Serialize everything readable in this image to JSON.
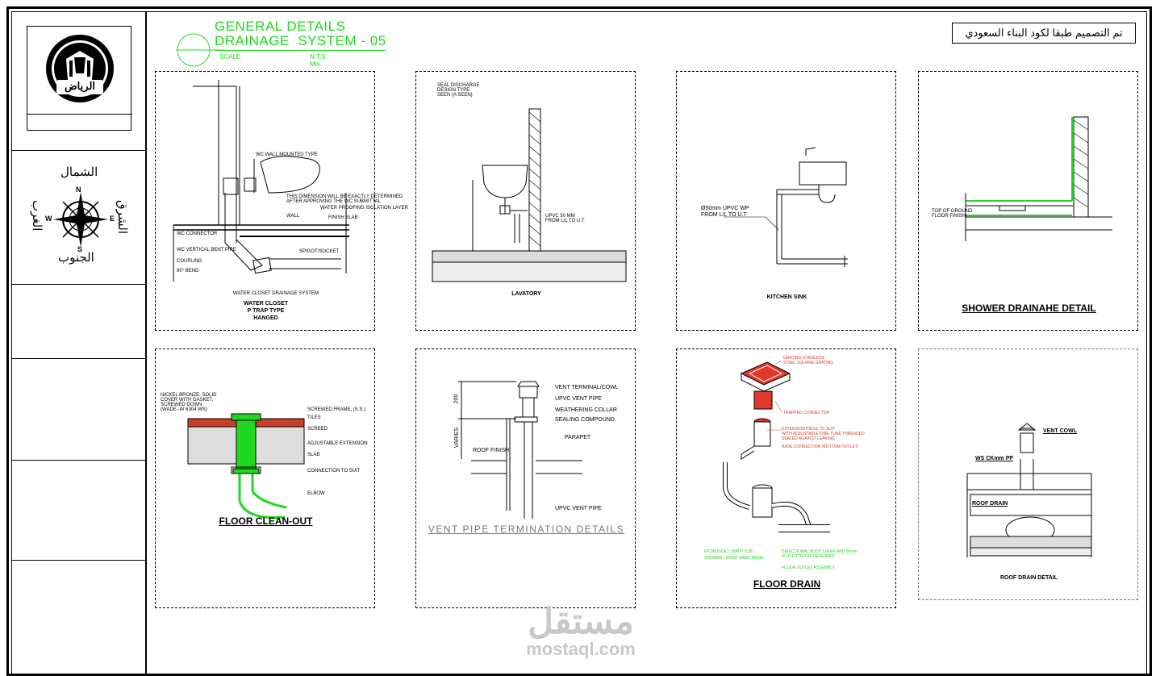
{
  "sheet": {
    "title_line1": "GENERAL DETAILS",
    "title_line2": "DRAINAGE  SYSTEM - 05",
    "scale_label": "SCALE",
    "scale_value": "N.T.S  Mts.",
    "building_code_note": "تم التصميم طبقا لكود البناء السعودي"
  },
  "sidebar": {
    "logo_text": "الرياض",
    "compass": {
      "north": "الشمال",
      "south": "الجنوب",
      "east": "الشرق",
      "west": "الغرب",
      "n": "N",
      "s": "S",
      "e": "E",
      "w": "W"
    }
  },
  "panels": {
    "water_closet": {
      "caption_small": "WATER CLOSET DRAINAGE SYSTEM",
      "caption_line1": "WATER CLOSET",
      "caption_line2": "P TRAP TYPE",
      "caption_line3": "HANGED",
      "labels": [
        "WC WALL MOUNTED TYPE",
        "THIS DIMENSION WILL BE EXACTLY DETERMINED",
        "AFTER APPROVING THE WC SUBMITTAL",
        "WALL",
        "WATER PROOFING ISOLATION LAYER",
        "FINISH SLAB",
        "WC CONNECTOR",
        "WC VERTICAL BENT PIPE",
        "COUPLING",
        "90° BEND",
        "SPIGOT/SOCKET"
      ]
    },
    "lavatory": {
      "caption": "LAVATORY",
      "labels": [
        "SEAL DISCHARGE",
        "DESIGN TYPE",
        "SEEN (A SEEN)",
        "UPVC 50 MM",
        "FROM L/L TO U.T"
      ]
    },
    "kitchen_sink": {
      "caption": "KITCHEN SINK",
      "labels": [
        "Ø50mm UPVC WP",
        "FROM L/L TO U.T"
      ]
    },
    "shower": {
      "caption": "SHOWER DRAINAHE DETAIL",
      "labels": [
        "TOP OF GROUND",
        "FLOOR FINISH"
      ]
    },
    "floor_cleanout": {
      "caption": "FLOOR CLEAN-OUT",
      "labels": [
        "NICKEL BRONZE, SOLID",
        "COVER WITH GASKET,",
        "SCREWED DOWN",
        "(WADE--W 6304 WS)",
        "SCREWED FRAME, (S.S.)",
        "TILES",
        "SCREED",
        "ADJUSTABLE EXTENSION",
        "SLAB",
        "CONNECTION TO SUIT",
        "ELBOW"
      ]
    },
    "vent_pipe": {
      "caption": "VENT  PIPE  TERMINATION  DETAILS",
      "dim_top": "200",
      "dim_side": "VARIES",
      "labels": [
        "VENT TERMINAL/COWL",
        "UPVC VENT PIPE",
        "WEATHERING COLLAR",
        "SEALING COMPOUND",
        "PARAPET",
        "ROOF FINISH",
        "UPVC VENT PIPE"
      ]
    },
    "floor_drain": {
      "caption": "FLOOR DRAIN",
      "labels_red": [
        "GRATING STAINLESS",
        "STEEL SQUARE GRATING",
        "TRAPPED CONNECTOR",
        "EXTENSION PIECE TO SUIT",
        "WITH ADJUSTABLE FINE-TUNE THREADED",
        "SEALED AGAINST LEAKING",
        "BASE CONNECTION (BOTTOM OUTLET)"
      ],
      "labels_green": [
        "FROM BIDET / BATH TUB /",
        "SHOWER / WASH HAND BASIN",
        "DIRECTIONAL BODY 110mm AND 50mm",
        "SLIP-FITTED AS REQUIRED",
        "FLOOR OUTLET ASSEMBLY"
      ]
    },
    "roof_drain": {
      "caption": "ROOF DRAIN DETAIL",
      "labels": [
        "VENT  COWL",
        "WS  CKmm  PP",
        "ROOF DRAIN"
      ]
    }
  },
  "watermark": {
    "arabic": "مستقل",
    "latin": "mostaql.com"
  },
  "colors": {
    "accent_green": "#1fd81f",
    "accent_red": "#e0392b",
    "line": "#000000"
  }
}
